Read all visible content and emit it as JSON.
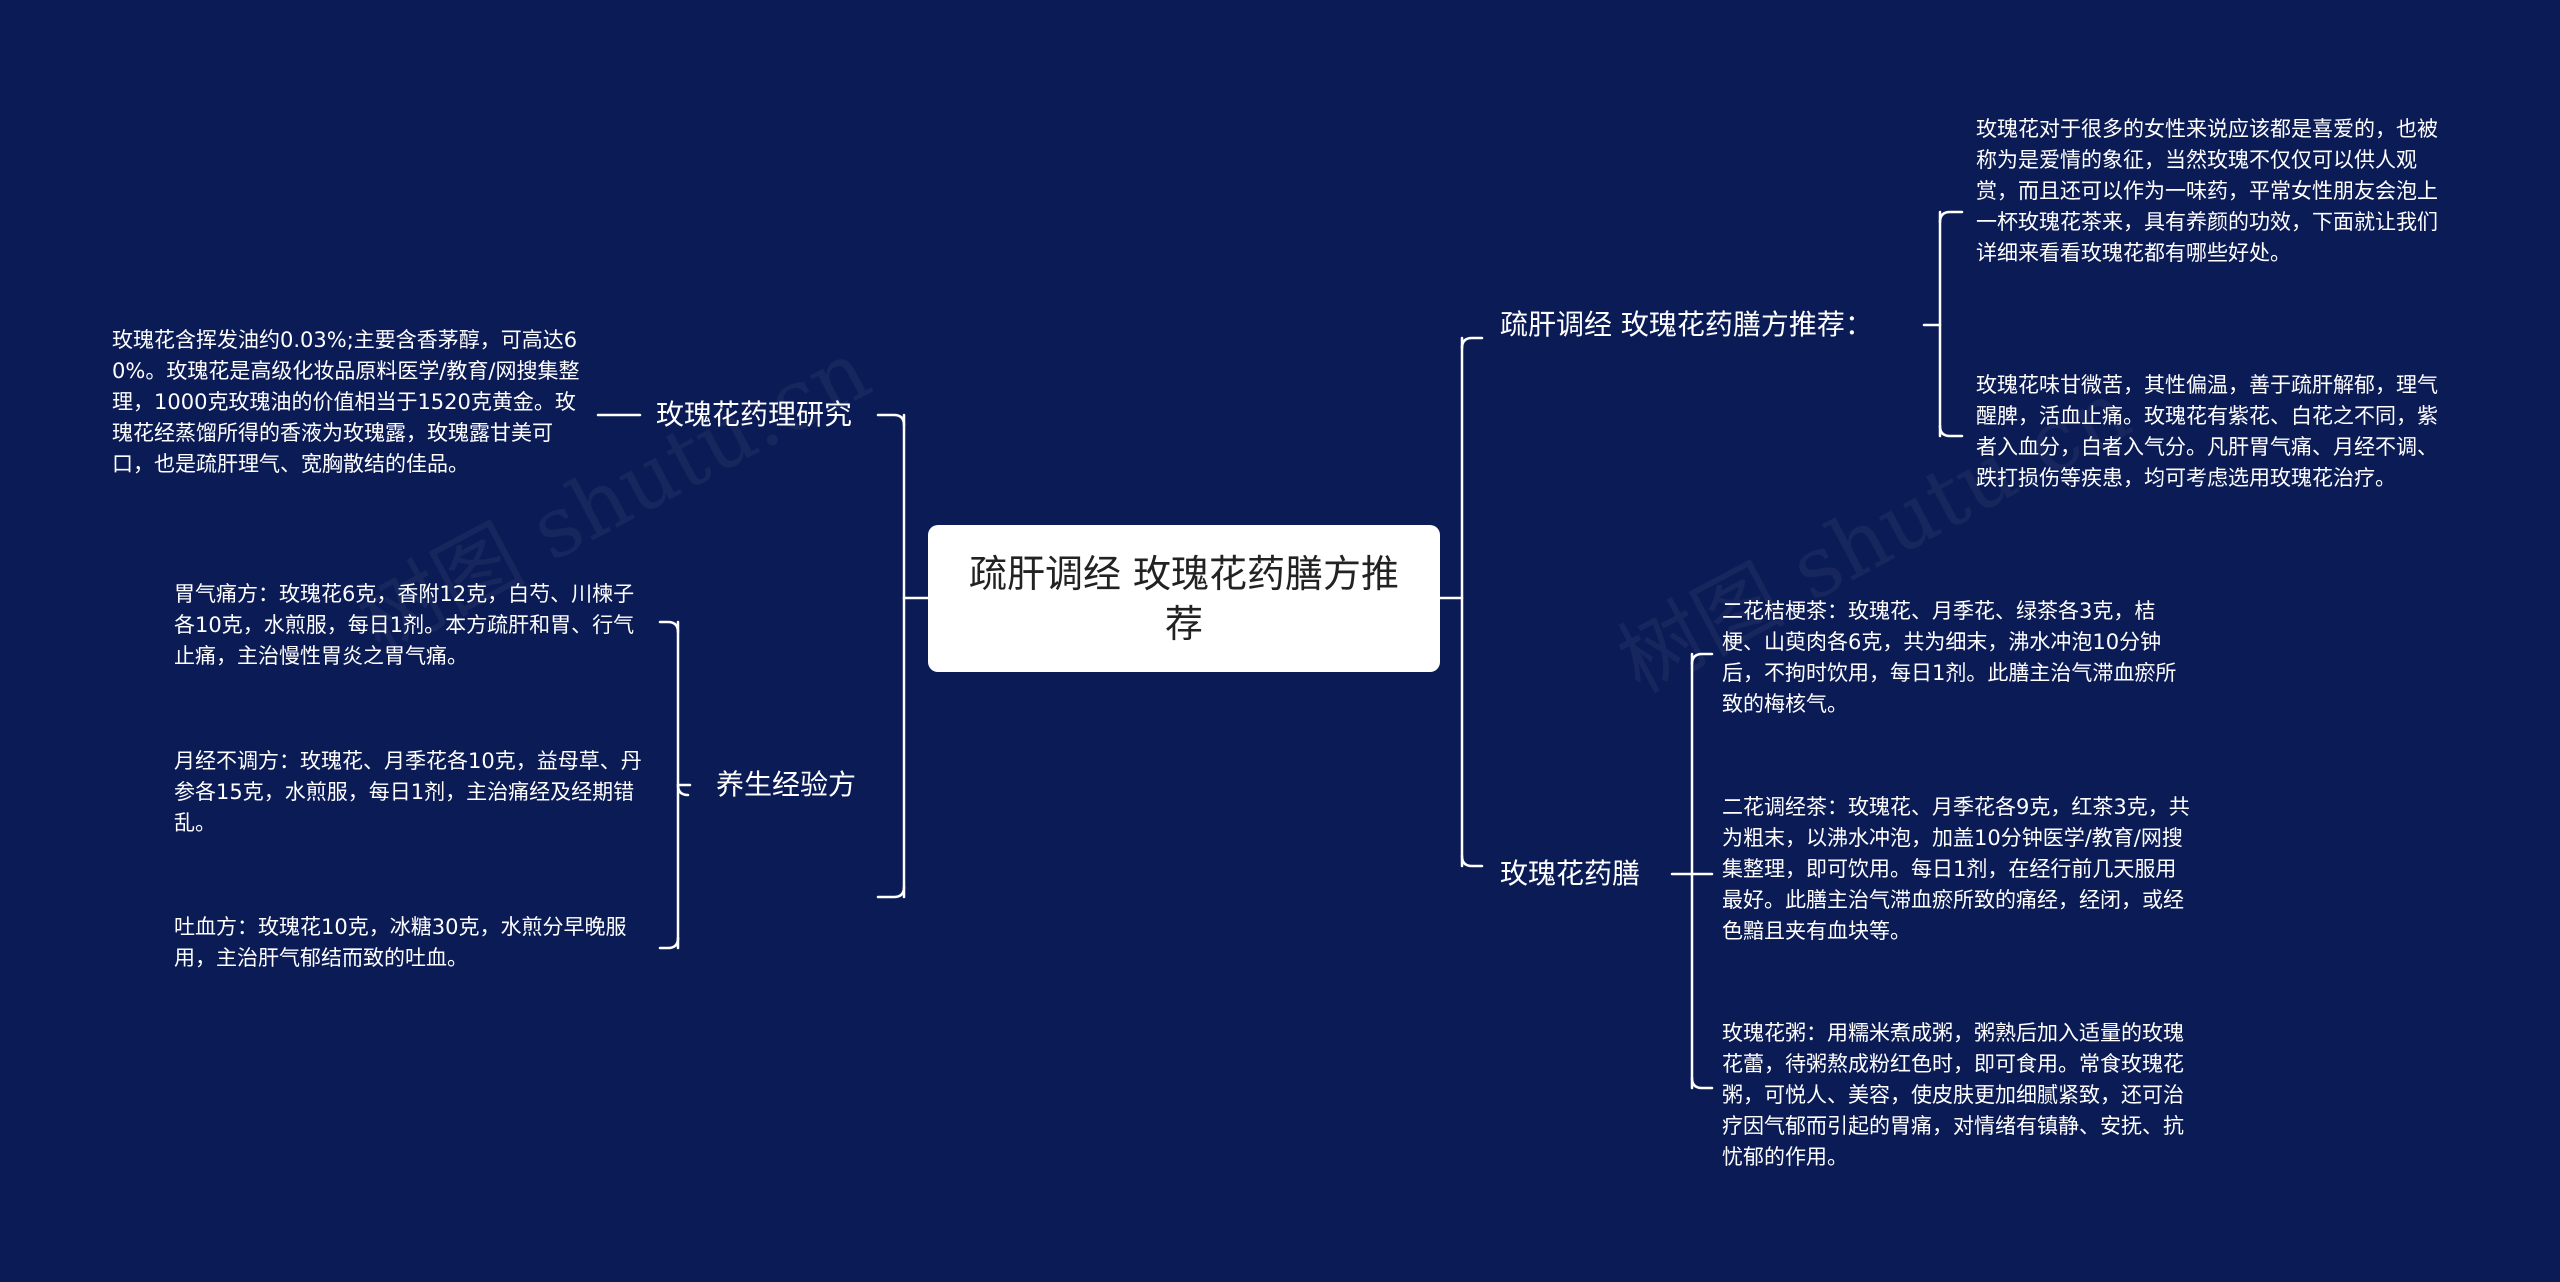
{
  "root": {
    "title": "疏肝调经 玫瑰花药膳方推荐"
  },
  "branches": {
    "pharmacology": {
      "label": "玫瑰花药理研究",
      "items": [
        "玫瑰花含挥发油约0.03%;主要含香茅醇，可高达60%。玫瑰花是高级化妆品原料医学/教育/网搜集整理，1000克玫瑰油的价值相当于1520克黄金。玫瑰花经蒸馏所得的香液为玫瑰露，玫瑰露甘美可口，也是疏肝理气、宽胸散结的佳品。"
      ]
    },
    "experience": {
      "label": "养生经验方",
      "items": [
        "胃气痛方：玫瑰花6克，香附12克，白芍、川楝子各10克，水煎服，每日1剂。本方疏肝和胃、行气止痛，主治慢性胃炎之胃气痛。",
        "月经不调方：玫瑰花、月季花各10克，益母草、丹参各15克，水煎服，每日1剂，主治痛经及经期错乱。",
        "吐血方：玫瑰花10克，冰糖30克，水煎分早晚服用，主治肝气郁结而致的吐血。"
      ]
    },
    "recommend": {
      "label": "疏肝调经 玫瑰花药膳方推荐：",
      "items": [
        "玫瑰花对于很多的女性来说应该都是喜爱的，也被称为是爱情的象征，当然玫瑰不仅仅可以供人观赏，而且还可以作为一味药，平常女性朋友会泡上一杯玫瑰花茶来，具有养颜的功效，下面就让我们详细来看看玫瑰花都有哪些好处。",
        "玫瑰花味甘微苦，其性偏温，善于疏肝解郁，理气醒脾，活血止痛。玫瑰花有紫花、白花之不同，紫者入血分，白者入气分。凡肝胃气痛、月经不调、跌打损伤等疾患，均可考虑选用玫瑰花治疗。"
      ]
    },
    "diet": {
      "label": "玫瑰花药膳",
      "items": [
        "二花桔梗茶：玫瑰花、月季花、绿茶各3克，桔梗、山萸肉各6克，共为细末，沸水冲泡10分钟后，不拘时饮用，每日1剂。此膳主治气滞血瘀所致的梅核气。",
        "二花调经茶：玫瑰花、月季花各9克，红茶3克，共为粗末，以沸水冲泡，加盖10分钟医学/教育/网搜集整理，即可饮用。每日1剂，在经行前几天服用最好。此膳主治气滞血瘀所致的痛经，经闭，或经色黯且夹有血块等。",
        "玫瑰花粥：用糯米煮成粥，粥熟后加入适量的玫瑰花蕾，待粥熬成粉红色时，即可食用。常食玫瑰花粥，可悦人、美容，使皮肤更加细腻紧致，还可治疗因气郁而引起的胃痛，对情绪有镇静、安抚、抗忧郁的作用。"
      ]
    }
  },
  "watermark": "树图 shutu.cn",
  "colors": {
    "background": "#0b1b55",
    "line": "#ffffff",
    "root_fill": "#ffffff",
    "root_text": "#222222"
  }
}
